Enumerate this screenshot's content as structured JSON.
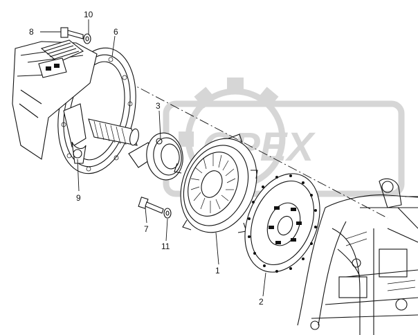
{
  "diagram": {
    "parts": [
      {
        "id": "clutch_pressure_plate",
        "callout": "1"
      },
      {
        "id": "clutch_disc",
        "callout": "2"
      },
      {
        "id": "release_bearing",
        "callout": "3"
      },
      {
        "id": "clutch_housing",
        "callout": "6"
      },
      {
        "id": "bolt_pressure_plate",
        "callout": "7"
      },
      {
        "id": "bolt_housing",
        "callout": "8"
      },
      {
        "id": "release_fork",
        "callout": "9"
      },
      {
        "id": "washer_housing",
        "callout": "10"
      },
      {
        "id": "washer_pressure_plate",
        "callout": "11"
      }
    ],
    "watermark": {
      "text": "OPEX"
    }
  },
  "colors": {
    "ink": "#111111",
    "watermark": "#d6d6d6",
    "background": "#ffffff"
  }
}
